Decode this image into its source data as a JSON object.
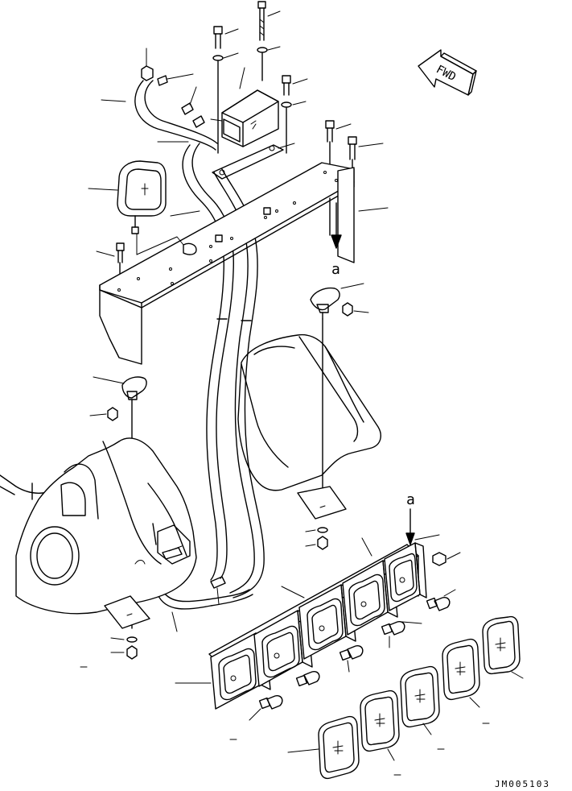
{
  "drawing": {
    "direction_arrow_text": "FWD",
    "section_marker_top": "a",
    "section_marker_bottom": "a",
    "drawing_code": "JM005103"
  }
}
